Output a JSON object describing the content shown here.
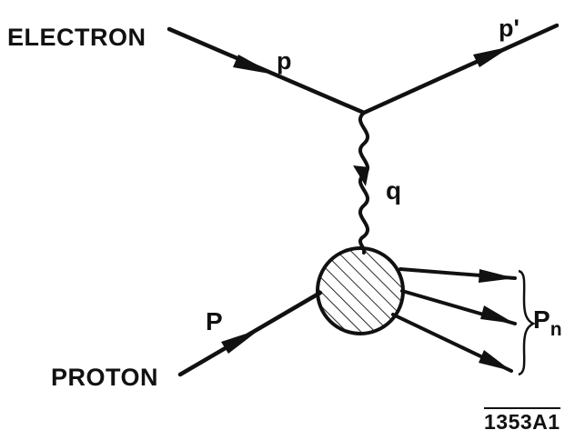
{
  "diagram": {
    "incoming_electron_label": "ELECTRON",
    "incoming_proton_label": "PROTON",
    "electron_momentum_in": "p",
    "electron_momentum_out": "p'",
    "photon_momentum": "q",
    "proton_momentum": "P",
    "final_state_label": "P",
    "final_state_subscript": "n",
    "figure_id": "1353A1"
  },
  "colors": {
    "ink": "#111111",
    "background": "#ffffff"
  }
}
